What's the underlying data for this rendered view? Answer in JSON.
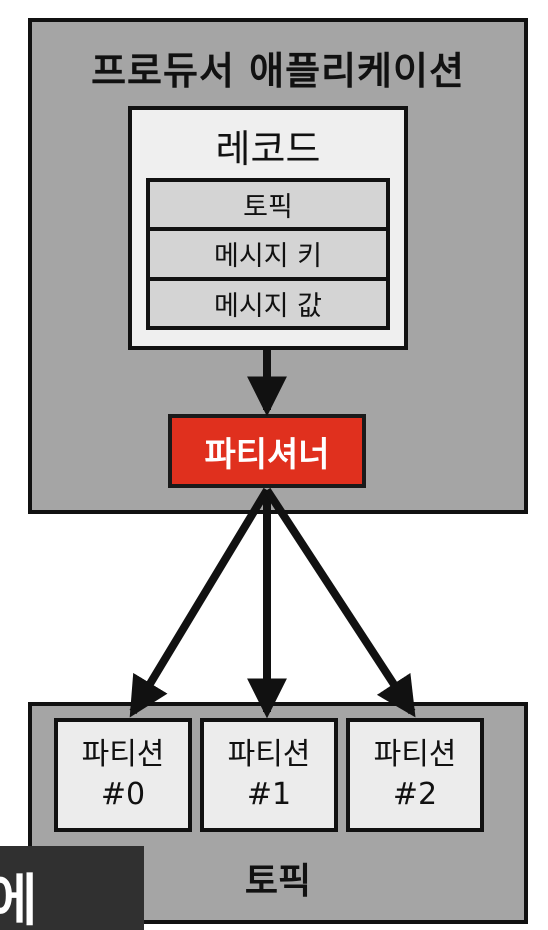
{
  "producer": {
    "title": "프로듀서 애플리케이션",
    "record": {
      "title": "레코드",
      "fields": [
        "토픽",
        "메시지 키",
        "메시지 값"
      ]
    },
    "partitioner": "파티셔너"
  },
  "topic": {
    "label": "토픽",
    "partitions": [
      {
        "name": "파티션",
        "id": "#0"
      },
      {
        "name": "파티션",
        "id": "#1"
      },
      {
        "name": "파티션",
        "id": "#2"
      }
    ]
  },
  "subtitle": {
    "text": "에"
  },
  "colors": {
    "container_gray": "#a5a5a5",
    "record_fill": "#efefef",
    "field_fill": "#d4d4d4",
    "partitioner_red": "#e0301e",
    "partition_fill": "#ececec",
    "outline": "#111111"
  }
}
